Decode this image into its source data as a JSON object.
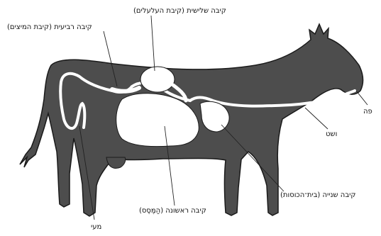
{
  "labels": {
    "third_stomach": "קיבה שלישית (קיבת העלעלים)",
    "fourth_stomach": "קיבה רביעית (קיבת המיצים)",
    "mouth": "פה",
    "esophagus": "ושט",
    "second_stomach": "קיבה שנייה (בית־הכוסות)",
    "first_stomach": "קיבה ראשונה (הַמֶּסֶס)",
    "intestine": "מעי"
  },
  "colors": {
    "body_fill": "#4d4d4d",
    "outline": "#1a1a1a",
    "organ_fill": "#ffffff",
    "leader_line": "#222222"
  }
}
